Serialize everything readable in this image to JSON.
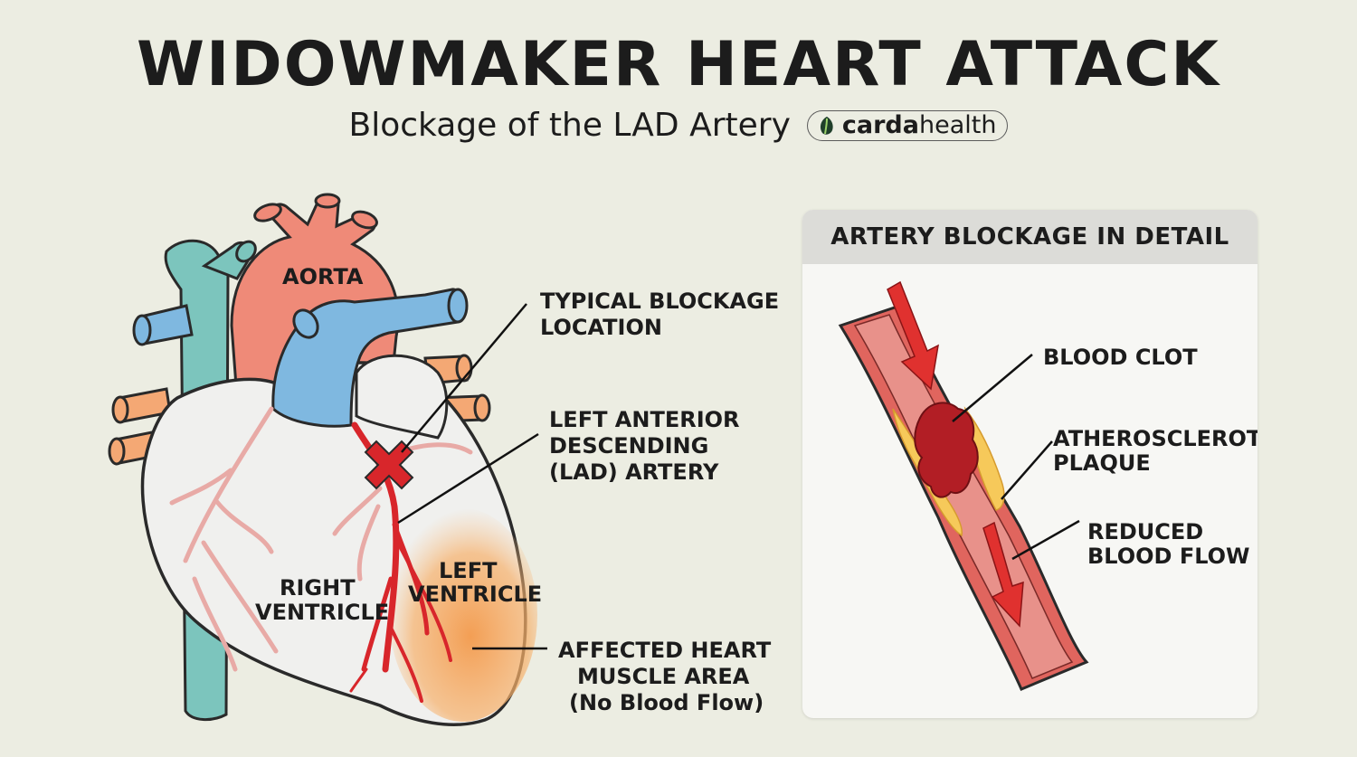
{
  "header": {
    "title": "WIDOWMAKER HEART ATTACK",
    "subtitle": "Blockage of the LAD Artery",
    "logo_bold": "carda",
    "logo_regular": "health"
  },
  "heart_labels": {
    "aorta": "AORTA",
    "right_ventricle_1": "RIGHT",
    "right_ventricle_2": "VENTRICLE",
    "left_ventricle_1": "LEFT",
    "left_ventricle_2": "VENTRICLE"
  },
  "callouts": {
    "blockage_1": "TYPICAL BLOCKAGE",
    "blockage_2": "LOCATION",
    "lad_1": "LEFT ANTERIOR",
    "lad_2": "DESCENDING",
    "lad_3": "(LAD) ARTERY",
    "affected_1": "AFFECTED HEART",
    "affected_2": "MUSCLE AREA",
    "affected_3": "(No Blood Flow)"
  },
  "detail_panel": {
    "title": "ARTERY BLOCKAGE IN DETAIL",
    "blood_clot": "BLOOD CLOT",
    "plaque_1": "ATHEROSCLEROTIC",
    "plaque_2": "PLAQUE",
    "flow_1": "REDUCED",
    "flow_2": "BLOOD FLOW"
  },
  "colors": {
    "background": "#ecede2",
    "aorta": "#ef8a78",
    "vena_cava": "#7cc5bd",
    "pulmonary": "#7fb8e0",
    "heart_body": "#f0f0ee",
    "lad_artery": "#d8262b",
    "affected_area": "#f39a4c",
    "plaque": "#f6c95a",
    "clot": "#b21e25"
  }
}
